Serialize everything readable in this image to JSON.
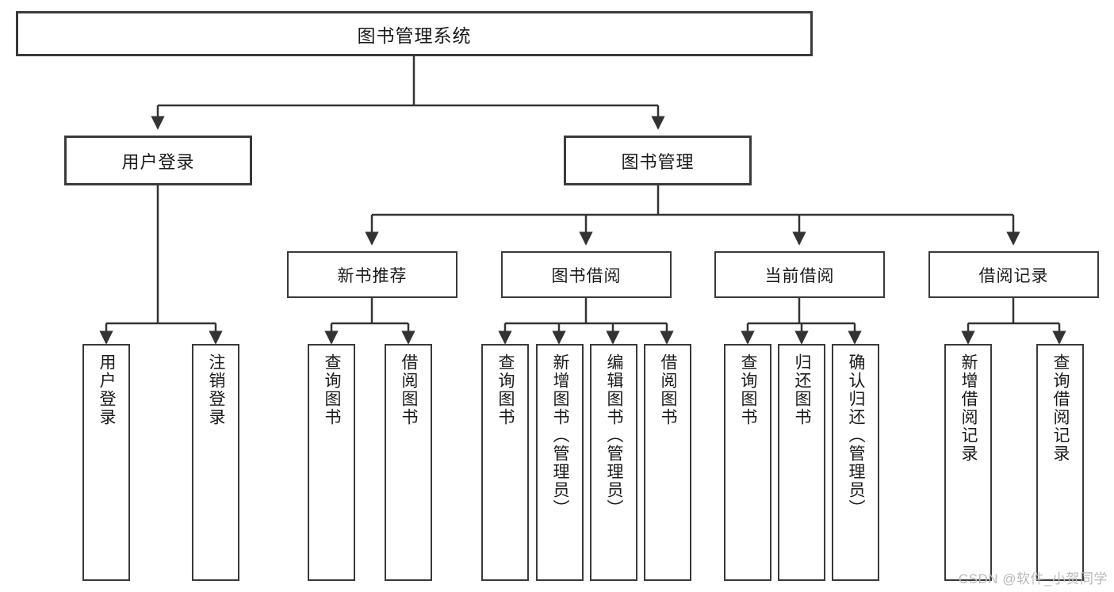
{
  "diagram": {
    "type": "hierarchy-tree",
    "title": "图书管理系统",
    "watermark": "CSDN @软件_小贺同学",
    "colors": {
      "box_border": "#3a3a3a",
      "box_fill": "#ffffff",
      "edge": "#333333",
      "text": "#1a1a1a",
      "watermark": "#b9b9b9"
    },
    "nodes": {
      "root": {
        "label": "图书管理系统"
      },
      "level1": [
        {
          "id": "user-login",
          "label": "用户登录"
        },
        {
          "id": "book-manage",
          "label": "图书管理"
        }
      ],
      "level2": [
        {
          "id": "new-book-rec",
          "label": "新书推荐"
        },
        {
          "id": "book-borrow",
          "label": "图书借阅"
        },
        {
          "id": "current-borrow",
          "label": "当前借阅"
        },
        {
          "id": "borrow-record",
          "label": "借阅记录"
        }
      ],
      "leaves": {
        "user-login": [
          {
            "id": "leaf-user-login",
            "label": "用户登录"
          },
          {
            "id": "leaf-logout",
            "label": "注销登录"
          }
        ],
        "new-book-rec": [
          {
            "id": "leaf-query-book-1",
            "label": "查询图书"
          },
          {
            "id": "leaf-borrow-book-1",
            "label": "借阅图书"
          }
        ],
        "book-borrow": [
          {
            "id": "leaf-query-book-2",
            "label": "查询图书"
          },
          {
            "id": "leaf-add-book",
            "label": "新增图书（管理员）"
          },
          {
            "id": "leaf-edit-book",
            "label": "编辑图书（管理员）"
          },
          {
            "id": "leaf-borrow-book-2",
            "label": "借阅图书"
          }
        ],
        "current-borrow": [
          {
            "id": "leaf-query-book-3",
            "label": "查询图书"
          },
          {
            "id": "leaf-return-book",
            "label": "归还图书"
          },
          {
            "id": "leaf-confirm-return",
            "label": "确认归还（管理员）"
          }
        ],
        "borrow-record": [
          {
            "id": "leaf-add-record",
            "label": "新增借阅记录"
          },
          {
            "id": "leaf-query-record",
            "label": "查询借阅记录"
          }
        ]
      }
    }
  }
}
